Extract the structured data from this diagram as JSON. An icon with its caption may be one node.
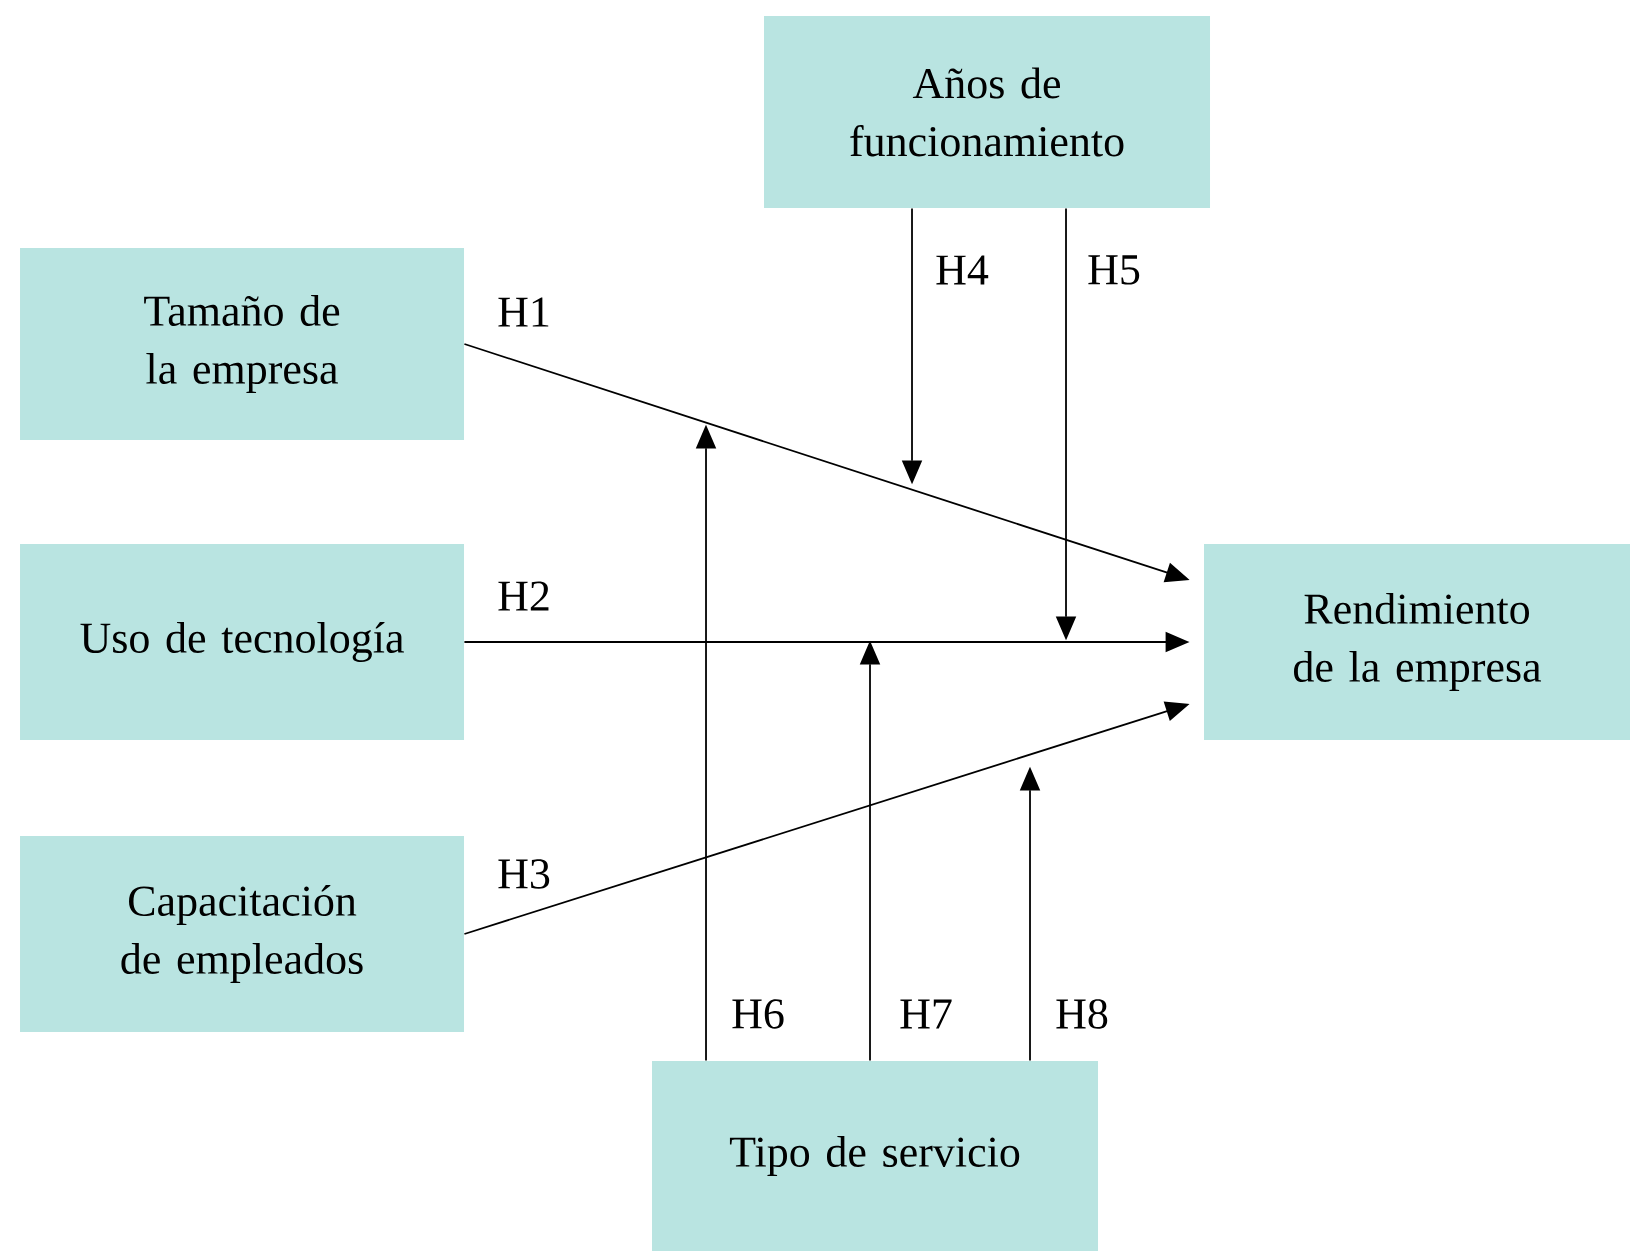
{
  "diagram": {
    "nodes": [
      {
        "text": [
          "Años de funcionamiento"
        ]
      },
      {
        "text": [
          "Tamaño de la empresa"
        ]
      },
      {
        "text": [
          "Uso de tecnología"
        ]
      },
      {
        "text": [
          "Capacitación de empleados"
        ]
      },
      {
        "text": [
          "Rendimiento de la empresa"
        ]
      },
      {
        "text": [
          "Tipo de servicio"
        ]
      }
    ],
    "edges": [
      {
        "from": 1,
        "to": 4,
        "arrow": "to",
        "label": "H1"
      },
      {
        "from": 2,
        "to": 4,
        "arrow": "to",
        "label": "H2"
      },
      {
        "from": 3,
        "to": 4,
        "arrow": "to",
        "label": "H3"
      },
      {
        "from": 0,
        "to": null,
        "arrow": "to",
        "label": "H4"
      },
      {
        "from": 0,
        "to": null,
        "arrow": "to",
        "label": "H5"
      },
      {
        "from": 5,
        "to": null,
        "arrow": "to",
        "label": "H6"
      },
      {
        "from": 5,
        "to": null,
        "arrow": "to",
        "label": "H7"
      },
      {
        "from": 5,
        "to": null,
        "arrow": "to",
        "label": "H8"
      }
    ]
  }
}
